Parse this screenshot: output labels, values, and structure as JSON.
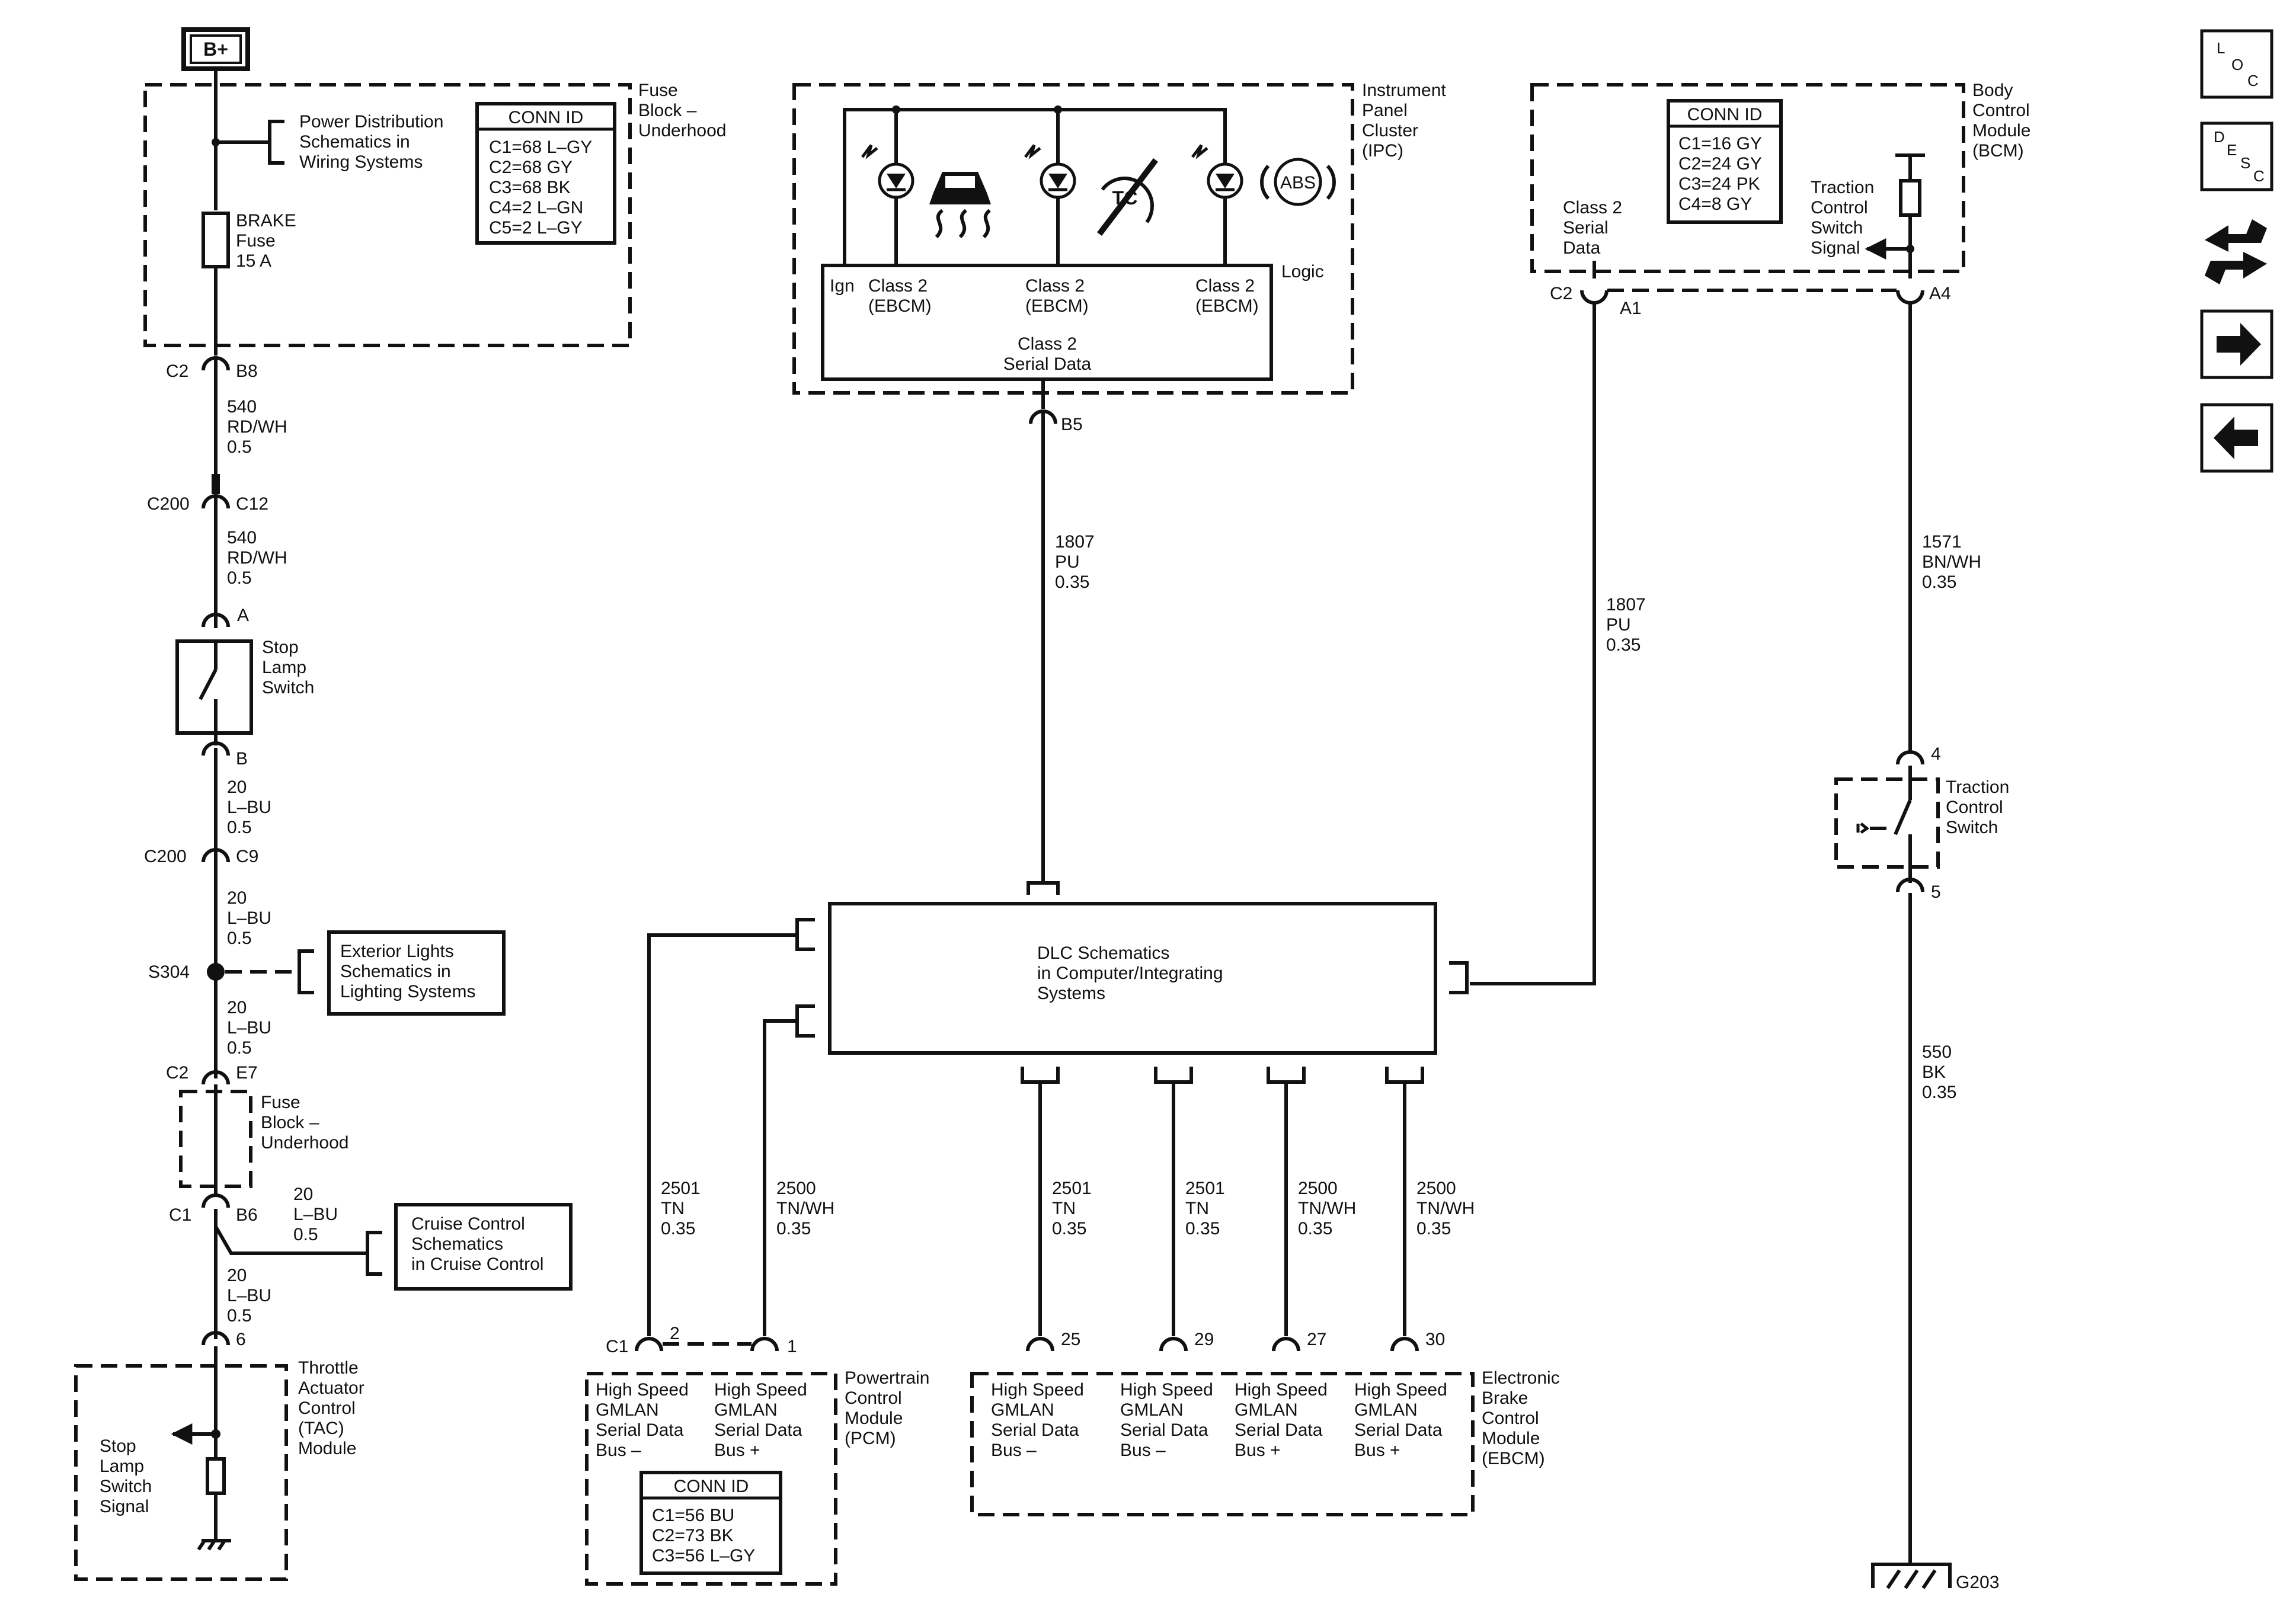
{
  "power": {
    "label": "B+"
  },
  "fuse_block_top": {
    "name": [
      "Fuse",
      "Block –",
      "Underhood"
    ],
    "pds_ref": [
      "Power Distribution",
      "Schematics in",
      "Wiring Systems"
    ],
    "conn_id_title": "CONN ID",
    "conn_ids": [
      "C1=68 L–GY",
      "C2=68 GY",
      "C3=68 BK",
      "C4=2 L–GN",
      "C5=2 L–GY"
    ],
    "fuse": [
      "BRAKE",
      "Fuse",
      "15 A"
    ],
    "connector": "C2",
    "pin": "B8"
  },
  "left_wires": {
    "w1": [
      "540",
      "RD/WH",
      "0.5"
    ],
    "c200a": {
      "conn": "C200",
      "pin": "C12"
    },
    "w2": [
      "540",
      "RD/WH",
      "0.5"
    ],
    "stop_lamp_switch": {
      "pin_a": "A",
      "pin_b": "B",
      "name": [
        "Stop",
        "Lamp",
        "Switch"
      ]
    },
    "w3": [
      "20",
      "L–BU",
      "0.5"
    ],
    "c200b": {
      "conn": "C200",
      "pin": "C9"
    },
    "w4": [
      "20",
      "L–BU",
      "0.5"
    ],
    "splice": "S304",
    "ext_lights_ref": [
      "Exterior Lights",
      "Schematics in",
      "Lighting Systems"
    ],
    "w5": [
      "20",
      "L–BU",
      "0.5"
    ],
    "c2e7": {
      "conn": "C2",
      "pin": "E7"
    },
    "fuse_block_mid": [
      "Fuse",
      "Block –",
      "Underhood"
    ],
    "c1b6": {
      "conn": "C1",
      "pin": "B6"
    },
    "w6": [
      "20",
      "L–BU",
      "0.5"
    ],
    "cruise_ref": [
      "Cruise Control",
      "Schematics",
      "in Cruise Control"
    ],
    "w7": [
      "20",
      "L–BU",
      "0.5"
    ],
    "tac_pin": "6",
    "tac_name": [
      "Throttle",
      "Actuator",
      "Control",
      "(TAC)",
      "Module"
    ],
    "tac_signal": [
      "Stop",
      "Lamp",
      "Switch",
      "Signal"
    ]
  },
  "ipc": {
    "name": [
      "Instrument",
      "Panel",
      "Cluster",
      "(IPC)"
    ],
    "ign": "Ign",
    "class2": [
      "Class 2",
      "(EBCM)"
    ],
    "logic": "Logic",
    "serial": [
      "Class 2",
      "Serial Data"
    ],
    "abs": "ABS",
    "pin": "B5",
    "wire": [
      "1807",
      "PU",
      "0.35"
    ]
  },
  "bcm": {
    "name": [
      "Body",
      "Control",
      "Module",
      "(BCM)"
    ],
    "conn_id_title": "CONN ID",
    "conn_ids": [
      "C1=16 GY",
      "C2=24 GY",
      "C3=24 PK",
      "C4=8 GY"
    ],
    "serial": [
      "Class 2",
      "Serial",
      "Data"
    ],
    "tcs_signal": [
      "Traction",
      "Control",
      "Switch",
      "Signal"
    ],
    "c2": "C2",
    "a1": "A1",
    "a4": "A4",
    "wire_a1": [
      "1807",
      "PU",
      "0.35"
    ],
    "wire_a4": [
      "1571",
      "BN/WH",
      "0.35"
    ]
  },
  "traction_switch": {
    "pin_top": "4",
    "pin_bot": "5",
    "name": [
      "Traction",
      "Control",
      "Switch"
    ]
  },
  "ground": {
    "wire": [
      "550",
      "BK",
      "0.35"
    ],
    "label": "G203"
  },
  "dlc": {
    "text": [
      "DLC Schematics",
      "in Computer/Integrating",
      "Systems"
    ]
  },
  "pcm": {
    "name": [
      "Powertrain",
      "Control",
      "Module",
      "(PCM)"
    ],
    "c1": "C1",
    "pin2": "2",
    "pin1": "1",
    "bus_minus": [
      "High Speed",
      "GMLAN",
      "Serial Data",
      "Bus –"
    ],
    "bus_plus": [
      "High Speed",
      "GMLAN",
      "Serial Data",
      "Bus +"
    ],
    "wire_2": [
      "2501",
      "TN",
      "0.35"
    ],
    "wire_1": [
      "2500",
      "TN/WH",
      "0.35"
    ],
    "conn_id_title": "CONN ID",
    "conn_ids": [
      "C1=56 BU",
      "C2=73 BK",
      "C3=56 L–GY"
    ]
  },
  "ebcm": {
    "name": [
      "Electronic",
      "Brake",
      "Control",
      "Module",
      "(EBCM)"
    ],
    "pins": [
      "25",
      "29",
      "27",
      "30"
    ],
    "wires": [
      [
        "2501",
        "TN",
        "0.35"
      ],
      [
        "2501",
        "TN",
        "0.35"
      ],
      [
        "2500",
        "TN/WH",
        "0.35"
      ],
      [
        "2500",
        "TN/WH",
        "0.35"
      ]
    ],
    "bus_labels": [
      [
        "High Speed",
        "GMLAN",
        "Serial Data",
        "Bus –"
      ],
      [
        "High Speed",
        "GMLAN",
        "Serial Data",
        "Bus –"
      ],
      [
        "High Speed",
        "GMLAN",
        "Serial Data",
        "Bus +"
      ],
      [
        "High Speed",
        "GMLAN",
        "Serial Data",
        "Bus +"
      ]
    ]
  },
  "nav": {
    "loc": [
      "L",
      "O",
      "C"
    ],
    "desc": [
      "D",
      "E",
      "S",
      "C"
    ]
  }
}
